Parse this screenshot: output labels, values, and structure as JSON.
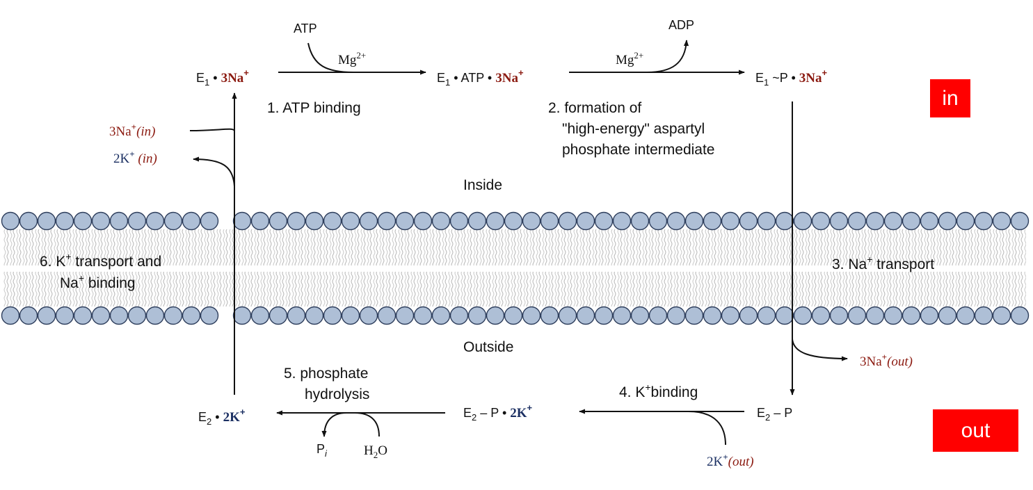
{
  "species": {
    "e1_na": [
      "E",
      "1",
      " • ",
      "3Na",
      "+"
    ],
    "e1_atp_na": [
      "E",
      "1",
      " • ATP • ",
      "3Na",
      "+"
    ],
    "e1p_na": [
      "E",
      "1",
      " ~P • ",
      "3Na",
      "+"
    ],
    "e2p": [
      "E",
      "2",
      " – P"
    ],
    "e2p_k": [
      "E",
      "2",
      " – P • ",
      "2K",
      "+"
    ],
    "e2_k": [
      "E",
      "2",
      " • ",
      "2K",
      "+"
    ]
  },
  "reagents": {
    "atp": "ATP",
    "adp": "ADP",
    "mg1": [
      "Mg",
      "2+"
    ],
    "mg2": [
      "Mg",
      "2+"
    ],
    "pi": [
      "P",
      "i"
    ],
    "h2o": [
      "H",
      "2",
      "O"
    ],
    "na_in": [
      "3Na",
      "+",
      "(in)"
    ],
    "k_in": [
      "2K",
      "+",
      " (in)"
    ],
    "na_out": [
      "3Na",
      "+",
      "(out)"
    ],
    "k_out": [
      "2K",
      "+",
      "(out)"
    ]
  },
  "steps": {
    "s1": "1. ATP binding",
    "s2": [
      "2. formation of",
      "\"high-energy\" aspartyl",
      "phosphate intermediate"
    ],
    "s3": [
      "3. Na",
      "+",
      " transport"
    ],
    "s4": [
      "4.  K",
      "+",
      "binding"
    ],
    "s5": [
      "5. phosphate",
      "hydrolysis"
    ],
    "s6": [
      "6. K",
      "+",
      " transport and",
      "Na",
      "+",
      " binding"
    ]
  },
  "labels": {
    "inside": "Inside",
    "outside": "Outside"
  },
  "tags": {
    "in": "in",
    "out": "out"
  },
  "colors": {
    "sodium": "#8b1a10",
    "potassium": "#1b2f62",
    "lipid_head": "#aebfd6",
    "tag": "#ff0000"
  }
}
